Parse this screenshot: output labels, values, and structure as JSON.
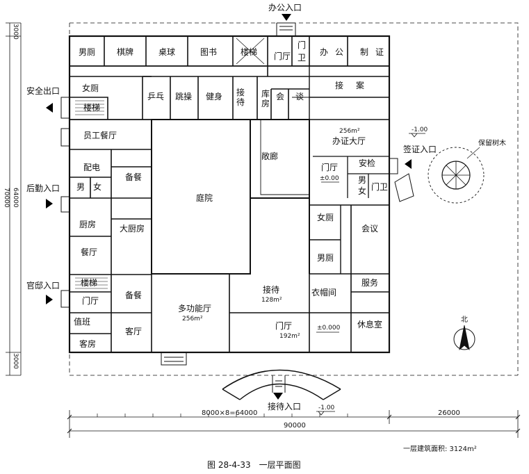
{
  "entrances": {
    "office": "办公入口",
    "safety_exit": "安全出口",
    "logistics": "后勤入口",
    "residence": "官邸入口",
    "visa": "签证入口",
    "reception": "接待入口"
  },
  "rooms": {
    "mens_wc_top": "男厕",
    "chess": "棋牌",
    "billiards": "桌球",
    "library": "图书",
    "stair_top": "楼梯",
    "lobby_top": "门厅",
    "guard_top_1": "门",
    "guard_top_2": "卫",
    "office_1": "办",
    "office_2": "公",
    "permit_1": "制",
    "permit_2": "证",
    "womens_wc_top": "女厕",
    "stair_left": "楼梯",
    "pingpong": "乒乓",
    "dance": "跳操",
    "gym": "健身",
    "reception_small": "接待",
    "storage_1": "库",
    "storage_2": "房",
    "meeting_1": "会",
    "meeting_2": "谈",
    "case_1": "接",
    "case_2": "案",
    "staff_canteen": "员工餐厅",
    "hall_area": "256m²",
    "visa_hall": "办证大厅",
    "corridor": "敞廊",
    "power": "配电",
    "pantry_top": "备餐",
    "lobby_mid": "门厅",
    "lobby_mid_level": "±0.00",
    "security": "安检",
    "male_small": "男",
    "female_small": "女",
    "male_small_2": "男",
    "female_small_2": "女",
    "guard_right": "门卫",
    "courtyard": "庭院",
    "kitchen": "厨房",
    "big_kitchen": "大厨房",
    "womens_wc_mid": "女厕",
    "meeting_room": "会议",
    "dining": "餐厅",
    "mens_wc_mid": "男厕",
    "stair_low": "楼梯",
    "lobby_low": "门厅",
    "pantry_low": "备餐",
    "multi_hall": "多功能厅",
    "multi_area": "256m²",
    "reception_hall": "接待",
    "reception_area": "128m²",
    "cloakroom": "衣帽间",
    "service": "服务",
    "duty": "值班",
    "guest_room": "客房",
    "guest_hall": "客厅",
    "lobby_bottom": "门厅",
    "lobby_bottom_area": "192m²",
    "lobby_bottom_level": "±0.000",
    "lounge": "休息室"
  },
  "annotations": {
    "tree": "保留树木",
    "north": "北",
    "level_visa": "-1.00",
    "level_reception": "-1.00"
  },
  "dimensions": {
    "left_top": "3000",
    "left_total": "70000",
    "left_mid": "64000",
    "left_bottom": "3000",
    "bottom_bays": "8000×8=64000",
    "bottom_right": "26000",
    "bottom_total": "90000"
  },
  "footer": {
    "area_note": "一层建筑面积: 3124m²",
    "caption": "图 28-4-33　一层平面图"
  }
}
